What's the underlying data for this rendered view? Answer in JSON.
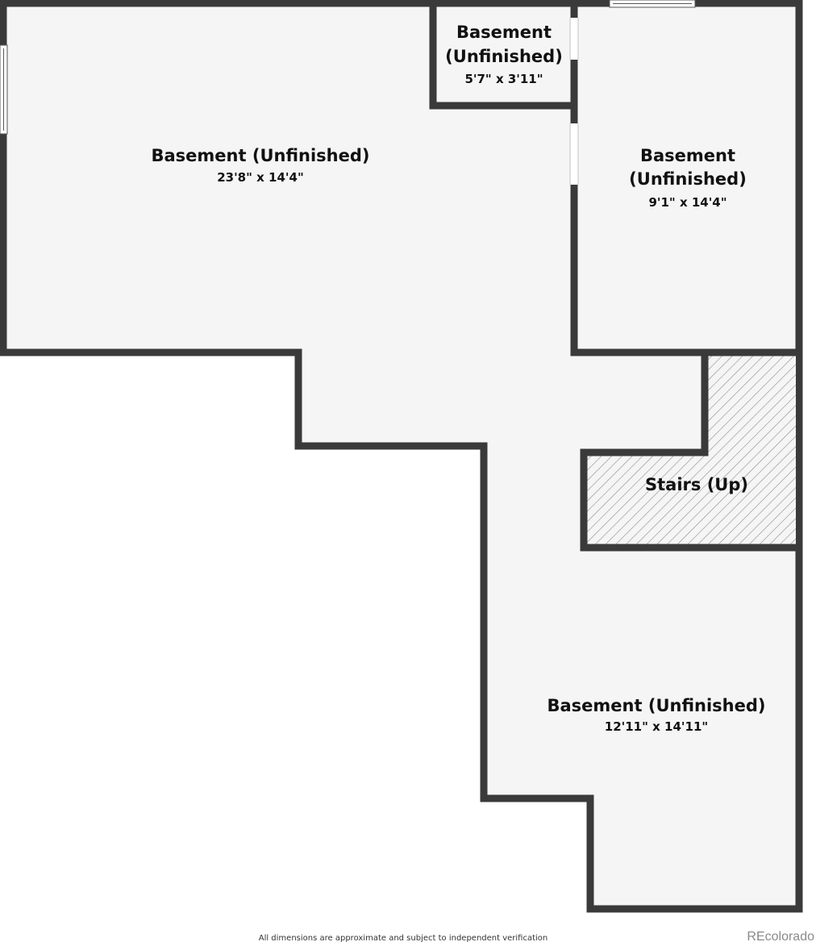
{
  "colors": {
    "wall": "#3a3a3a",
    "floor": "#f5f5f5",
    "window": "#ffffff",
    "hatch": "#8c8c8c",
    "text": "#111111"
  },
  "rooms": [
    {
      "name": "Basement (Unfinished)",
      "dimensions": "23'8\" x 14'4\""
    },
    {
      "name_line1": "Basement",
      "name_line2": "(Unfinished)",
      "dimensions": "5'7\" x 3'11\""
    },
    {
      "name_line1": "Basement",
      "name_line2": "(Unfinished)",
      "dimensions": "9'1\" x 14'4\""
    },
    {
      "name": "Stairs (Up)"
    },
    {
      "name": "Basement (Unfinished)",
      "dimensions": "12'11\" x 14'11\""
    }
  ],
  "footer": {
    "disclaimer": "All dimensions are approximate and subject to independent verification",
    "watermark": "REcolorado"
  }
}
